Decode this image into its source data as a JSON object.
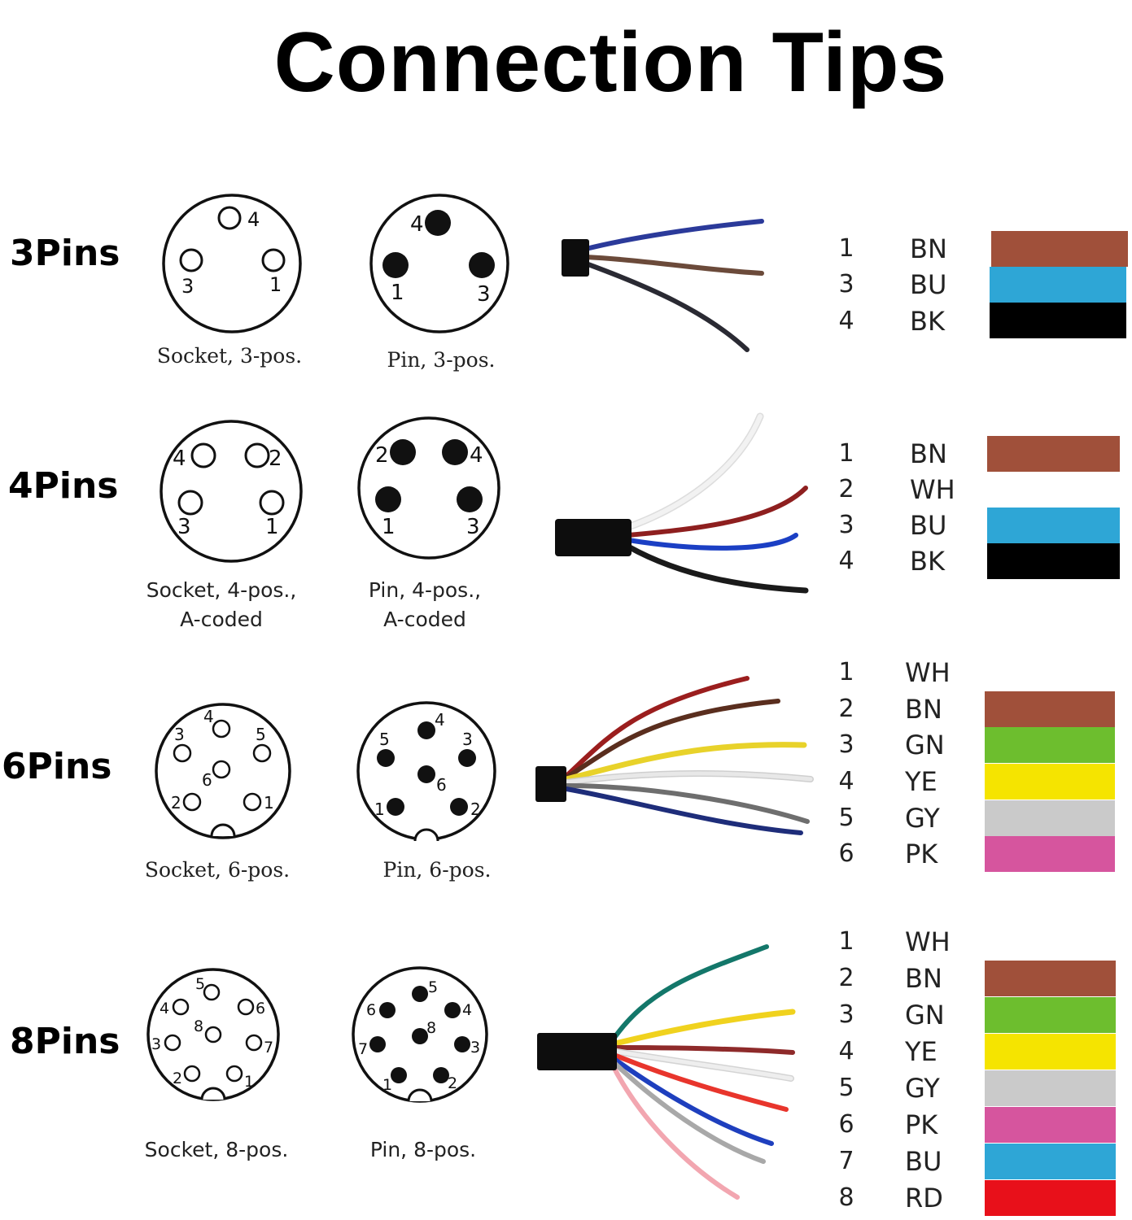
{
  "title": "Connection Tips",
  "rows": [
    {
      "label": "3Pins",
      "socket_caption": "Socket, 3-pos.",
      "pin_caption": "Pin, 3-pos.",
      "pins": [
        {
          "num": "1",
          "code": "BN",
          "color": "#A0503A"
        },
        {
          "num": "3",
          "code": "BU",
          "color": "#2EA6D6"
        },
        {
          "num": "4",
          "code": "BK",
          "color": "#000000"
        }
      ],
      "wire_colors": [
        "#2B3A9A",
        "#6B4A3A",
        "#2A2A33"
      ]
    },
    {
      "label": "4Pins",
      "socket_caption_line1": "Socket, 4-pos.,",
      "socket_caption_line2": "A-coded",
      "pin_caption_line1": "Pin, 4-pos.,",
      "pin_caption_line2": "A-coded",
      "pins": [
        {
          "num": "1",
          "code": "BN",
          "color": "#A0503A"
        },
        {
          "num": "2",
          "code": "WH",
          "color": "#FFFFFF"
        },
        {
          "num": "3",
          "code": "BU",
          "color": "#2EA6D6"
        },
        {
          "num": "4",
          "code": "BK",
          "color": "#000000"
        }
      ],
      "wire_colors": [
        "#F2F2F2",
        "#8E1F1F",
        "#1B3FC4",
        "#1A1A1A"
      ]
    },
    {
      "label": "6Pins",
      "socket_caption": "Socket, 6-pos.",
      "pin_caption": "Pin, 6-pos.",
      "pins": [
        {
          "num": "1",
          "code": "WH",
          "color": "#FFFFFF"
        },
        {
          "num": "2",
          "code": "BN",
          "color": "#A0503A"
        },
        {
          "num": "3",
          "code": "GN",
          "color": "#6DBE2E"
        },
        {
          "num": "4",
          "code": "YE",
          "color": "#F5E400"
        },
        {
          "num": "5",
          "code": "GY",
          "color": "#CACACA"
        },
        {
          "num": "6",
          "code": "PK",
          "color": "#D6559E"
        }
      ],
      "wire_colors": [
        "#9B1E1E",
        "#5A2E1E",
        "#E8D22A",
        "#E8E8E8",
        "#6E6E6E",
        "#1E2D7A"
      ]
    },
    {
      "label": "8Pins",
      "socket_caption": "Socket, 8-pos.",
      "pin_caption": "Pin, 8-pos.",
      "pins": [
        {
          "num": "1",
          "code": "WH",
          "color": "#FFFFFF"
        },
        {
          "num": "2",
          "code": "BN",
          "color": "#A0503A"
        },
        {
          "num": "3",
          "code": "GN",
          "color": "#6DBE2E"
        },
        {
          "num": "4",
          "code": "YE",
          "color": "#F5E400"
        },
        {
          "num": "5",
          "code": "GY",
          "color": "#CACACA"
        },
        {
          "num": "6",
          "code": "PK",
          "color": "#D6559E"
        },
        {
          "num": "7",
          "code": "BU",
          "color": "#2EA6D6"
        },
        {
          "num": "8",
          "code": "RD",
          "color": "#E8101A"
        }
      ],
      "wire_colors": [
        "#13776A",
        "#F0D21E",
        "#8E2A2A",
        "#EEEEEE",
        "#E8352C",
        "#1E3FBE",
        "#A8A8A8",
        "#F2A6B0"
      ]
    }
  ],
  "connector_labels": {
    "s3": [
      "4",
      "3",
      "1"
    ],
    "p3": [
      "4",
      "1",
      "3"
    ],
    "s4": [
      "4",
      "2",
      "3",
      "1"
    ],
    "p4": [
      "2",
      "4",
      "1",
      "3"
    ],
    "s6": [
      "4",
      "3",
      "5",
      "6",
      "2",
      "1"
    ],
    "p6": [
      "4",
      "5",
      "3",
      "6",
      "1",
      "2"
    ],
    "s8": [
      "5",
      "4",
      "6",
      "8",
      "3",
      "7",
      "2",
      "1"
    ],
    "p8": [
      "5",
      "6",
      "4",
      "8",
      "7",
      "3",
      "1",
      "2"
    ]
  }
}
